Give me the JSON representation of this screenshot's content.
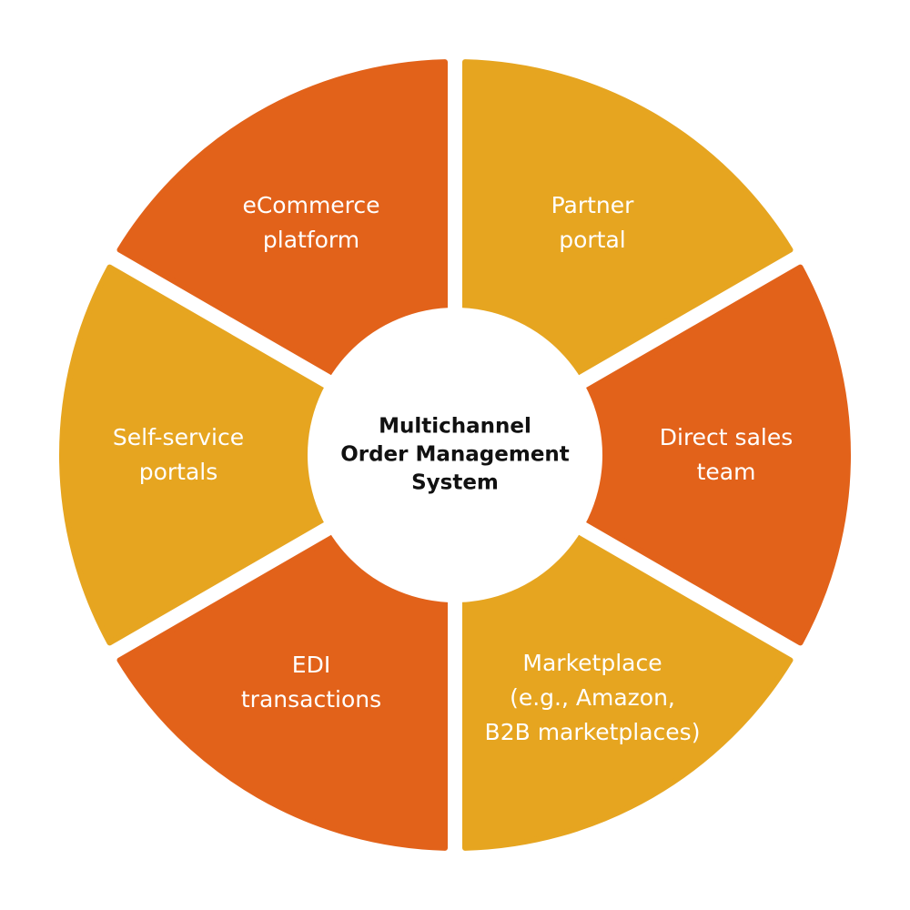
{
  "diagram": {
    "type": "donut-hub",
    "center": {
      "title": "Multichannel\nOrder Management\nSystem"
    },
    "colors": {
      "orange": "#E2621A",
      "gold": "#E6A520",
      "background": "#FFFFFF",
      "center_text": "#111111"
    },
    "segments": [
      {
        "label": "Partner\nportal",
        "color": "#E6A520"
      },
      {
        "label": "Direct sales\nteam",
        "color": "#E2621A"
      },
      {
        "label": "Marketplace\n(e.g., Amazon,\nB2B marketplaces)",
        "color": "#E6A520"
      },
      {
        "label": "EDI\ntransactions",
        "color": "#E2621A"
      },
      {
        "label": "Self-service\nportals",
        "color": "#E6A520"
      },
      {
        "label": "eCommerce\nplatform",
        "color": "#E2621A"
      }
    ]
  }
}
